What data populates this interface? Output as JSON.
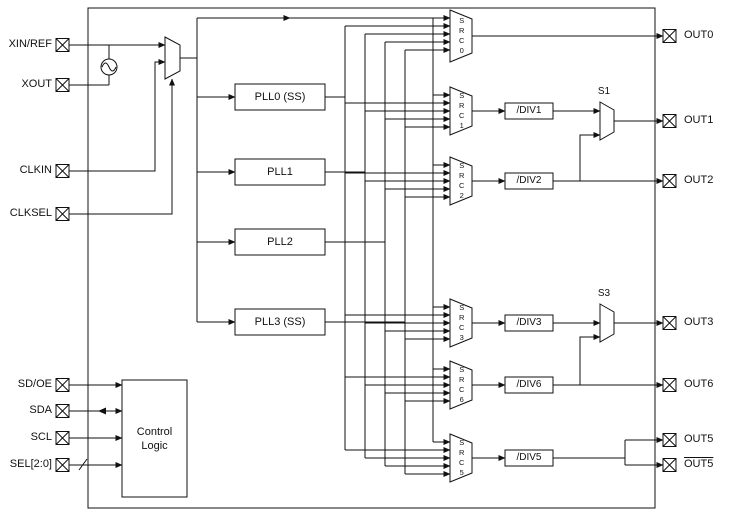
{
  "pins": {
    "left": [
      "XIN/REF",
      "XOUT",
      "CLKIN",
      "CLKSEL",
      "SD/OE",
      "SDA",
      "SCL",
      "SEL[2:0]"
    ],
    "right": [
      "OUT0",
      "OUT1",
      "OUT2",
      "OUT3",
      "OUT6",
      "OUT5",
      "OUT5"
    ]
  },
  "plls": {
    "pll0": "PLL0 (SS)",
    "pll1": "PLL1",
    "pll2": "PLL2",
    "pll3": "PLL3 (SS)"
  },
  "control": {
    "label": "Control Logic"
  },
  "dividers": {
    "div1": "/DIV1",
    "div2": "/DIV2",
    "div3": "/DIV3",
    "div6": "/DIV6",
    "div5": "/DIV5"
  },
  "src_muxes": {
    "src0": "SRC0",
    "src1": "SRC1",
    "src2": "SRC2",
    "src3": "SRC3",
    "src6": "SRC6",
    "src5": "SRC5"
  },
  "out_selectors": {
    "s1": "S1",
    "s3": "S3"
  },
  "colors": {
    "line": "#111111",
    "background": "#ffffff",
    "block_fill": "#ffffff"
  }
}
